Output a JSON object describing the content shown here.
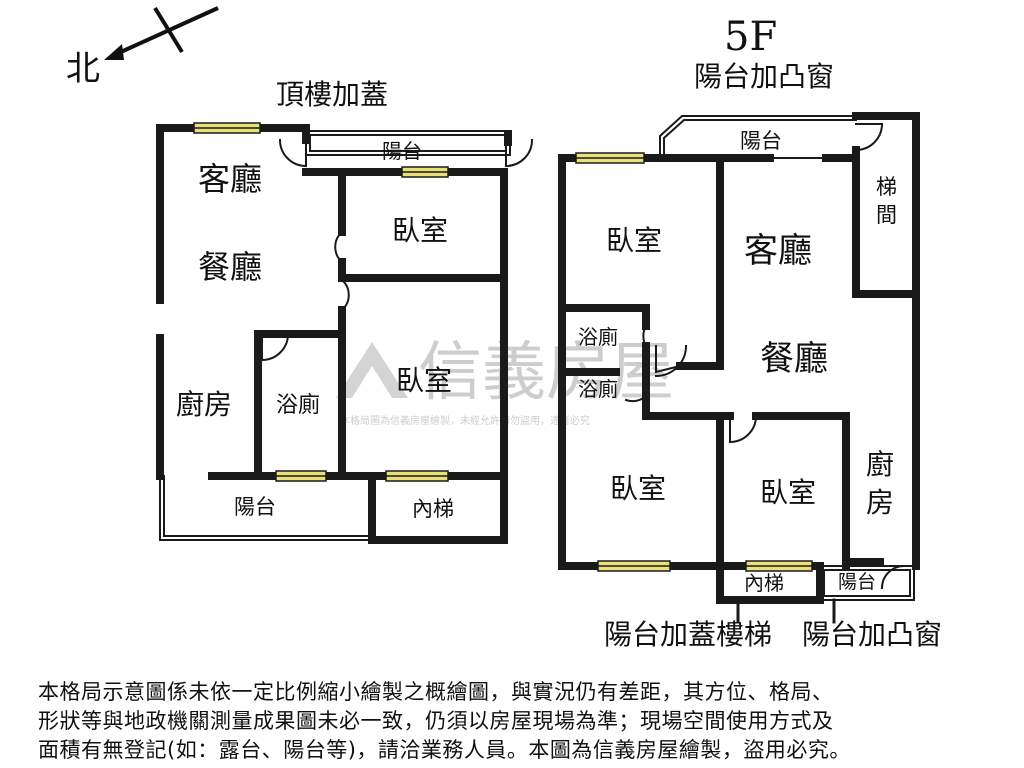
{
  "compass": {
    "label": "北"
  },
  "left_plan": {
    "title": "頂樓加蓋",
    "rooms": {
      "living": "客廳",
      "dining": "餐廳",
      "bedroom1": "臥室",
      "bedroom2": "臥室",
      "kitchen": "廚房",
      "bath": "浴廁",
      "balcony_top": "陽台",
      "balcony_bottom": "陽台",
      "stair": "內梯"
    }
  },
  "right_plan": {
    "floor": "5F",
    "top_caption": "陽台加凸窗",
    "rooms": {
      "balcony_top": "陽台",
      "stairwell": "梯間",
      "bedroom_nw": "臥室",
      "living": "客廳",
      "dining": "餐廳",
      "bath1": "浴廁",
      "bath2": "浴廁",
      "bedroom_sw": "臥室",
      "bedroom_s": "臥室",
      "kitchen": "廚房",
      "stair": "內梯",
      "balcony_bottom": "陽台"
    },
    "bottom_caption_left": "陽台加蓋樓梯",
    "bottom_caption_right": "陽台加凸窗"
  },
  "watermark": {
    "brand": "信義房屋",
    "notice": "本格局圖為信義房屋繪製，未經允許請勿盜用，違者必究"
  },
  "disclaimer": [
    "本格局示意圖係未依一定比例縮小繪製之概繪圖，與實況仍有差距，其方位、格局、",
    "形狀等與地政機關測量成果圖未必一致，仍須以房屋現場為準；現場空間使用方式及",
    "面積有無登記(如：露台、陽台等)，請洽業務人員。本圖為信義房屋繪製，盜用必究。"
  ],
  "colors": {
    "wall": "#1a1a1a",
    "window": "#e9e07a",
    "watermark": "#c8c8c8"
  }
}
